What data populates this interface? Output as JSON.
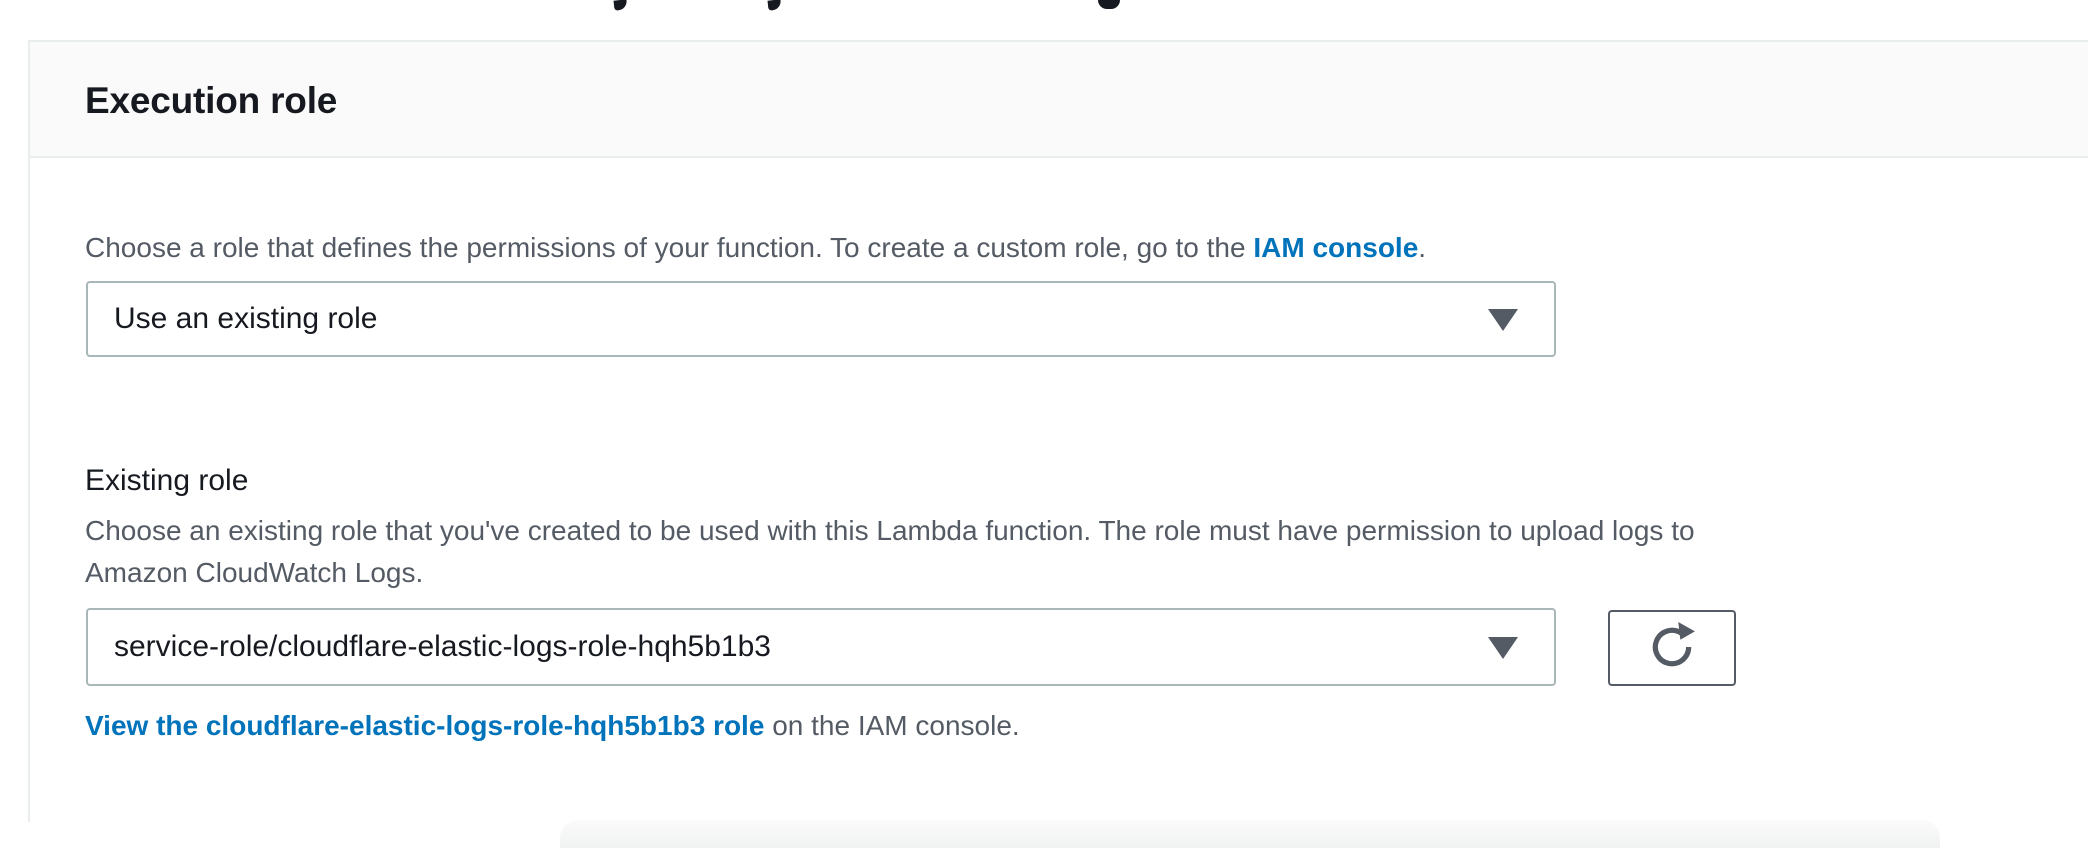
{
  "panel": {
    "title": "Execution role",
    "role_picker": {
      "description_prefix": "Choose a role that defines the permissions of your function. To create a custom role, go to the ",
      "iam_console_link": "IAM console",
      "description_suffix": ".",
      "selected_value": "Use an existing role"
    },
    "existing_role": {
      "label": "Existing role",
      "description_line1": "Choose an existing role that you've created to be used with this Lambda function. The role must have permission to upload logs to",
      "description_line2": "Amazon CloudWatch Logs.",
      "selected_value": "service-role/cloudflare-elastic-logs-role-hqh5b1b3",
      "view_role_link": "View the cloudflare-elastic-logs-role-hqh5b1b3 role",
      "view_role_suffix": " on the IAM console."
    }
  },
  "icons": {
    "dropdown_arrow": "triangle-down",
    "refresh": "circular-refresh-arrow"
  },
  "colors": {
    "link_blue": "#0073bb",
    "text_primary": "#16191f",
    "text_secondary": "#545b64",
    "panel_border": "#eaeded",
    "input_border": "#aab7b8",
    "button_border": "#545b64",
    "header_bg": "#fafafa"
  }
}
